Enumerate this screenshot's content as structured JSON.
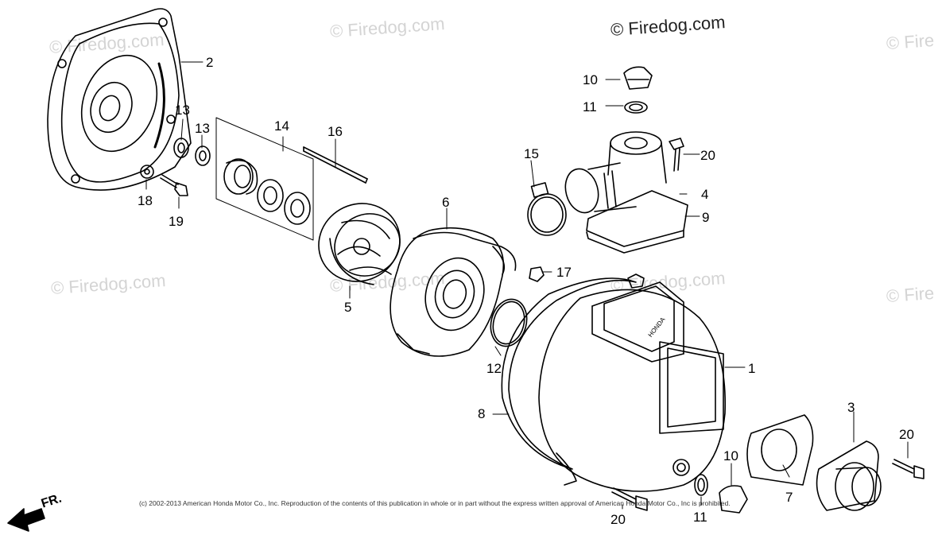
{
  "watermark": {
    "text": "© Firedog.com",
    "text_cropped": "© Fire"
  },
  "callouts": [
    "1",
    "2",
    "3",
    "4",
    "5",
    "6",
    "7",
    "8",
    "9",
    "10",
    "10",
    "11",
    "11",
    "12",
    "13",
    "13",
    "14",
    "15",
    "16",
    "17",
    "18",
    "19",
    "20",
    "20",
    "20"
  ],
  "copyright": "(c) 2002-2013 American Honda Motor Co., Inc. Reproduction of the contents of this publication in whole or in part without the express written approval of American Honda Motor Co., Inc is prohibited.",
  "direction_marker": "FR.",
  "housing_stamp": "HONDA"
}
